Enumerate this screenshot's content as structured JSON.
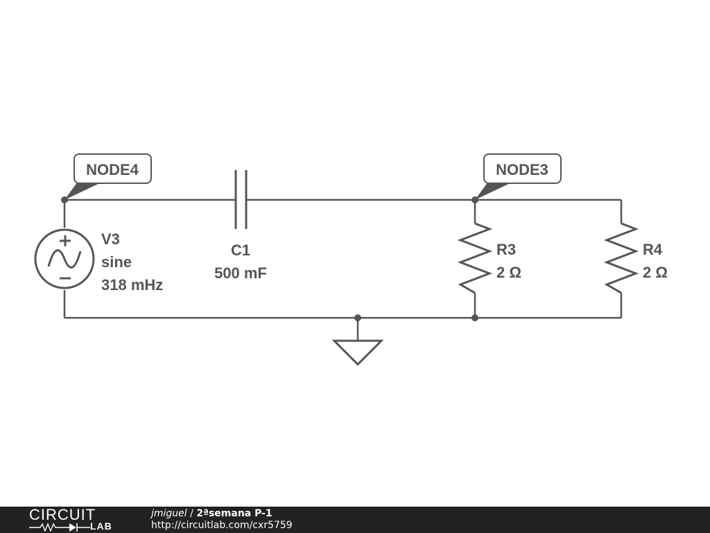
{
  "nodes": {
    "node4": "NODE4",
    "node3": "NODE3"
  },
  "components": {
    "v3": {
      "name": "V3",
      "type": "sine",
      "value": "318 mHz"
    },
    "c1": {
      "name": "C1",
      "value": "500 mF"
    },
    "r3": {
      "name": "R3",
      "value": "2 Ω"
    },
    "r4": {
      "name": "R4",
      "value": "2 Ω"
    }
  },
  "footer": {
    "logo_top": "CIRCUIT",
    "logo_bottom": "LAB",
    "author": "jmiguel",
    "separator": " / ",
    "title": "2ªsemana P-1",
    "url": "http://circuitlab.com/cxr5759"
  },
  "colors": {
    "schematic": "#555555",
    "footer_bg": "#222222",
    "footer_text": "#ffffff"
  }
}
